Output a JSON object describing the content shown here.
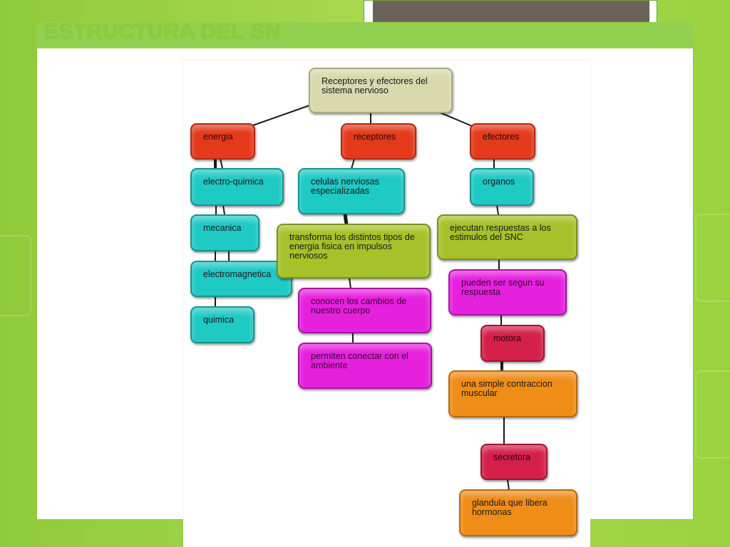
{
  "slide": {
    "title": "ESTRUCTURA DEL SN"
  },
  "diagram": {
    "root": "Receptores y efectores del sistema nervioso",
    "energia": {
      "label": "energia",
      "items": [
        "electro-quimica",
        "mecanica",
        "electromagnetica",
        "quimica"
      ]
    },
    "receptores": {
      "label": "receptores",
      "items": [
        "celulas nerviosas especializadas",
        "transforma los distintos tipos de energia fisica en impulsos nerviosos",
        "conocen los cambios de nuestro cuerpo",
        "permiten conectar con el ambiente"
      ]
    },
    "efectores": {
      "label": "efectores",
      "items": [
        "organos",
        "ejecutan respuestas a los estimulos del SNC",
        "pueden ser segun su respuesta",
        "motora",
        "una simple contraccion muscular",
        "secretora",
        "glandula que libera hormonas"
      ]
    }
  },
  "colors": {
    "background": "#9bd23f",
    "title_bar": "#92d050",
    "root": "#d8d9ad",
    "red": "#e5391c",
    "cyan": "#1fc9c4",
    "lime": "#a5c22a",
    "pink": "#e621de",
    "crimson": "#d41f49",
    "orange": "#ef8d17"
  }
}
